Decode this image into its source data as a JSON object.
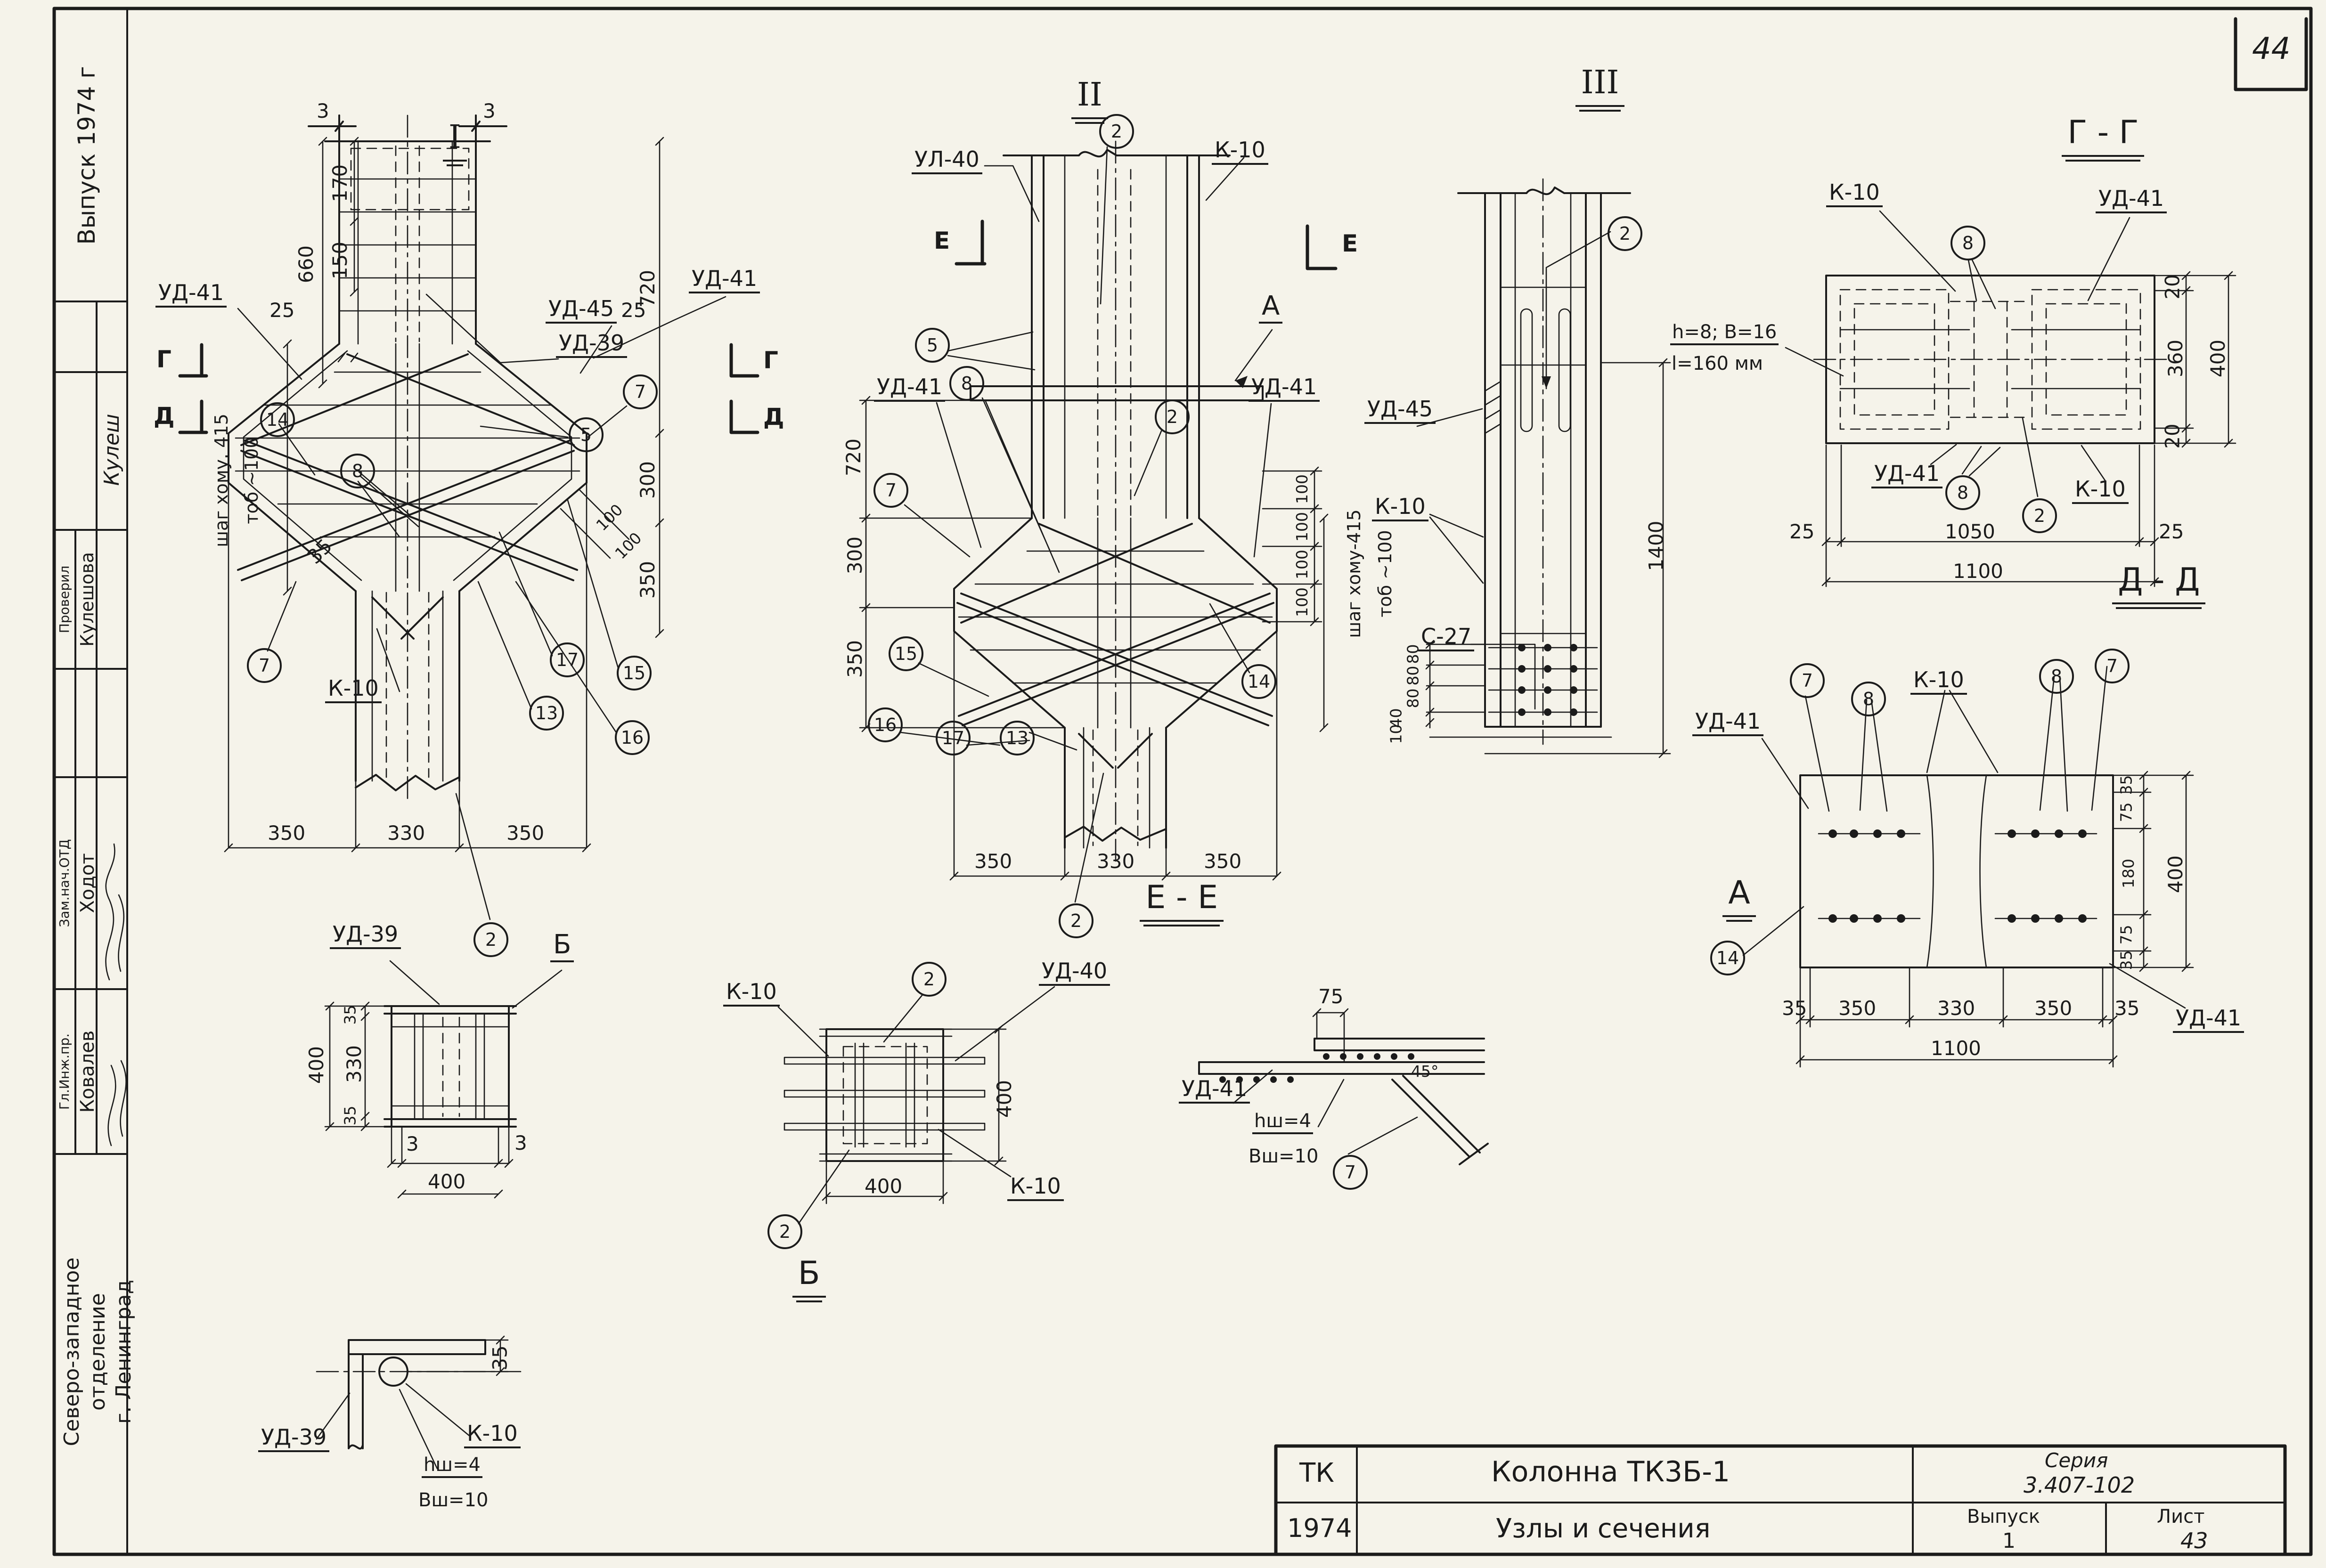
{
  "sheet": {
    "number": "44"
  },
  "sidebar": {
    "issue": "Выпуск 1974 г",
    "signature": "Кулеш",
    "rows": [
      {
        "role": "Проверил",
        "name": "Кулешова"
      },
      {
        "role": "Зам.нач.ОТД",
        "name": "Ходот"
      },
      {
        "role": "Гл.Инж.пр.",
        "name": "Ковалев"
      }
    ],
    "org_lines": [
      "Северо-западное",
      "отделение",
      "г. Ленинград"
    ]
  },
  "title_block": {
    "code": "ТК",
    "year": "1974",
    "line1": "Колонна ТК3Б-1",
    "line2": "Узлы и сечения",
    "series_label": "Серия",
    "series": "3.407-102",
    "issue_label": "Выпуск",
    "issue": "1",
    "sheet_label": "Лист",
    "sheet": "43"
  },
  "marks": {
    "g": "Г",
    "d": "Д",
    "e": "Е"
  },
  "views": {
    "v1": {
      "title": "I",
      "ud39": "УД-39",
      "ud41_left": "УД-41",
      "ud41_right": "УД-41",
      "ud45": "УД-45",
      "k10": "К-10",
      "c14": "14",
      "c8": "8",
      "c5": "5",
      "c7_right": "7",
      "c7_left": "7",
      "c17": "17",
      "c13": "13",
      "c15": "15",
      "c16": "16",
      "c2": "2",
      "d3_left": "3",
      "d3_right": "3",
      "d660": "660",
      "d170": "170",
      "d150": "150",
      "d25_left": "25",
      "d25_right": "25",
      "d720": "720",
      "d300": "300",
      "d350_right": "350",
      "d35": "35",
      "d100a": "100",
      "d100b": "100",
      "d350a": "350",
      "d330": "330",
      "d350b": "350",
      "note1": "шаг хому. 415",
      "note2": "тоб ~100"
    },
    "v2": {
      "title": "II",
      "c2_top": "2",
      "ul40": "УЛ-40",
      "k10": "К-10",
      "d720": "720",
      "c5": "5",
      "c8": "8",
      "c7": "7",
      "ud41_left": "УД-41",
      "ud41_right": "УД-41",
      "a": "А",
      "c2_right": "2",
      "d100a": "100",
      "d100b": "100",
      "d100c": "100",
      "d100d": "100",
      "d300": "300",
      "d350": "350",
      "c15": "15",
      "c16": "16",
      "c17": "17",
      "c13": "13",
      "c14": "14",
      "note1": "шаг хому-415",
      "note2": "тоб ~100",
      "d350a": "350",
      "d330": "330",
      "d350b": "350",
      "c2_bottom": "2"
    },
    "v3": {
      "title": "III",
      "c2": "2",
      "ud45": "УД-45",
      "k10": "К-10",
      "c27": "С-27",
      "d1400": "1400",
      "d80a": "80",
      "d80b": "80",
      "d80c": "80",
      "d40": "40",
      "d10": "10"
    },
    "v4": {
      "title": "Г - Г",
      "k10_top": "К-10",
      "c8_top": "8",
      "ud41_top": "УД-41",
      "note1": "h=8; В=16",
      "note2": "l=160 мм",
      "d20_top": "20",
      "d360": "360",
      "d400": "400",
      "d20_bottom": "20",
      "ud41_bottom": "УД-41",
      "c8_bottom": "8",
      "c2": "2",
      "k10_bottom": "К-10",
      "d25_left": "25",
      "d1050": "1050",
      "d25_right": "25",
      "d1100": "1100"
    },
    "v5": {
      "title": "Д - Д",
      "ud41_left": "УД-41",
      "c7_left": "7",
      "c8_left": "8",
      "k10": "К-10",
      "c8_right": "8",
      "c7_right": "7",
      "c14": "14",
      "d35_top": "35",
      "d75_top": "75",
      "d180": "180",
      "d75_bottom": "75",
      "d35_bottom": "35",
      "d400": "400",
      "d35_left": "35",
      "d350a": "350",
      "d330": "330",
      "d350b": "350",
      "d35_right": "35",
      "d1100": "1100",
      "ud41_bottom": "УД-41"
    },
    "v6": {
      "title": "Е - Е",
      "k10_left": "К-10",
      "c2_top": "2",
      "ud40": "УД-40",
      "d400_right": "400",
      "d400_bottom": "400",
      "k10_bottom": "К-10",
      "c2_bottom": "2"
    },
    "v7": {
      "title": "А",
      "d75": "75",
      "ud41": "УД-41",
      "note1": "hш=4",
      "note2": "Вш=10",
      "angle": "45°",
      "c7": "7"
    },
    "v8": {
      "ud39": "УД-39",
      "b": "Б",
      "d35_top": "35",
      "d330": "330",
      "d35_bottom": "35",
      "d400_left": "400",
      "d3_left": "3",
      "d3_right": "3",
      "d400_bottom": "400"
    },
    "v9": {
      "title": "Б",
      "d35": "35",
      "ud39": "УД-39",
      "k10": "К-10",
      "note1": "hш=4",
      "note2": "Вш=10"
    }
  }
}
